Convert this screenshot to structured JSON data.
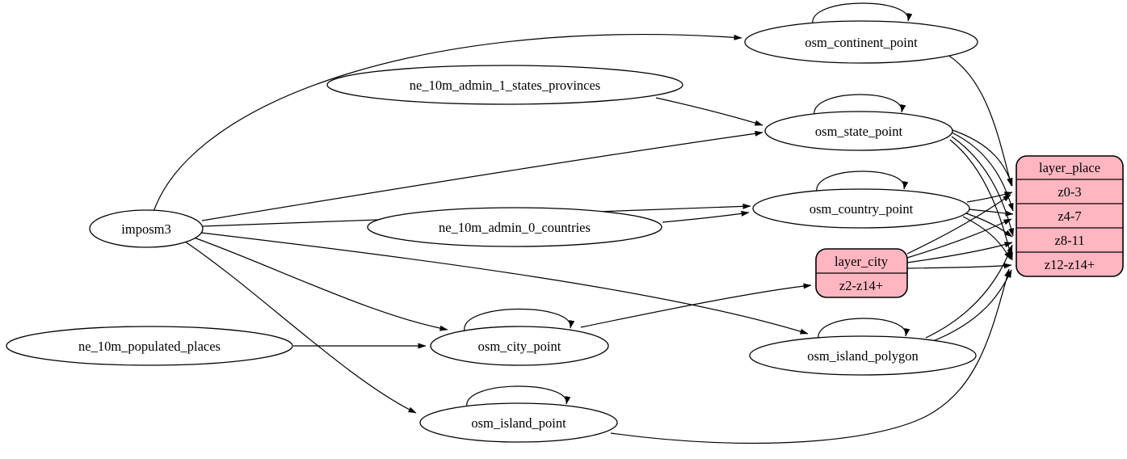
{
  "diagram": {
    "kind": "graphviz-etl-diagram",
    "background_color": "#ffffff",
    "node_fill_color": "#ffffff",
    "record_fill_color": "#ffb6c1",
    "edge_color": "#000000",
    "nodes": {
      "imposm3": {
        "label": "imposm3",
        "shape": "ellipse"
      },
      "ne_10m_admin_1_states_provinces": {
        "label": "ne_10m_admin_1_states_provinces",
        "shape": "ellipse"
      },
      "ne_10m_admin_0_countries": {
        "label": "ne_10m_admin_0_countries",
        "shape": "ellipse"
      },
      "ne_10m_populated_places": {
        "label": "ne_10m_populated_places",
        "shape": "ellipse"
      },
      "osm_continent_point": {
        "label": "osm_continent_point",
        "shape": "ellipse",
        "self_loop": true
      },
      "osm_state_point": {
        "label": "osm_state_point",
        "shape": "ellipse",
        "self_loop": true
      },
      "osm_country_point": {
        "label": "osm_country_point",
        "shape": "ellipse",
        "self_loop": true
      },
      "osm_city_point": {
        "label": "osm_city_point",
        "shape": "ellipse",
        "self_loop": true
      },
      "osm_island_polygon": {
        "label": "osm_island_polygon",
        "shape": "ellipse",
        "self_loop": true
      },
      "osm_island_point": {
        "label": "osm_island_point",
        "shape": "ellipse",
        "self_loop": true
      }
    },
    "records": {
      "layer_city": {
        "title": "layer_city",
        "rows": [
          "z2-z14+"
        ],
        "fill": "#ffb6c1"
      },
      "layer_place": {
        "title": "layer_place",
        "rows": [
          "z0-3",
          "z4-7",
          "z8-11",
          "z12-z14+"
        ],
        "fill": "#ffb6c1"
      }
    },
    "edges": [
      {
        "from": "imposm3",
        "to": "osm_continent_point"
      },
      {
        "from": "imposm3",
        "to": "osm_state_point"
      },
      {
        "from": "imposm3",
        "to": "osm_country_point"
      },
      {
        "from": "imposm3",
        "to": "osm_city_point"
      },
      {
        "from": "imposm3",
        "to": "osm_island_polygon"
      },
      {
        "from": "imposm3",
        "to": "osm_island_point"
      },
      {
        "from": "ne_10m_admin_1_states_provinces",
        "to": "osm_state_point"
      },
      {
        "from": "ne_10m_admin_0_countries",
        "to": "osm_country_point"
      },
      {
        "from": "ne_10m_populated_places",
        "to": "osm_city_point"
      },
      {
        "from": "osm_continent_point",
        "to": "osm_continent_point"
      },
      {
        "from": "osm_state_point",
        "to": "osm_state_point"
      },
      {
        "from": "osm_country_point",
        "to": "osm_country_point"
      },
      {
        "from": "osm_city_point",
        "to": "osm_city_point"
      },
      {
        "from": "osm_island_polygon",
        "to": "osm_island_polygon"
      },
      {
        "from": "osm_island_point",
        "to": "osm_island_point"
      },
      {
        "from": "osm_city_point",
        "to": "layer_city:z2-z14+"
      },
      {
        "from": "osm_continent_point",
        "to": "layer_place:z0-3"
      },
      {
        "from": "osm_state_point",
        "to": "layer_place:z0-3"
      },
      {
        "from": "osm_state_point",
        "to": "layer_place:z4-7"
      },
      {
        "from": "osm_state_point",
        "to": "layer_place:z8-11"
      },
      {
        "from": "osm_state_point",
        "to": "layer_place:z12-z14+"
      },
      {
        "from": "osm_country_point",
        "to": "layer_place:z0-3"
      },
      {
        "from": "osm_country_point",
        "to": "layer_place:z4-7"
      },
      {
        "from": "osm_country_point",
        "to": "layer_place:z8-11"
      },
      {
        "from": "osm_country_point",
        "to": "layer_place:z12-z14+"
      },
      {
        "from": "layer_city",
        "to": "layer_place:z0-3"
      },
      {
        "from": "layer_city",
        "to": "layer_place:z4-7"
      },
      {
        "from": "layer_city",
        "to": "layer_place:z8-11"
      },
      {
        "from": "layer_city",
        "to": "layer_place:z12-z14+"
      },
      {
        "from": "osm_island_polygon",
        "to": "layer_place:z8-11"
      },
      {
        "from": "osm_island_polygon",
        "to": "layer_place:z12-z14+"
      },
      {
        "from": "osm_island_point",
        "to": "layer_place:z12-z14+"
      }
    ]
  }
}
